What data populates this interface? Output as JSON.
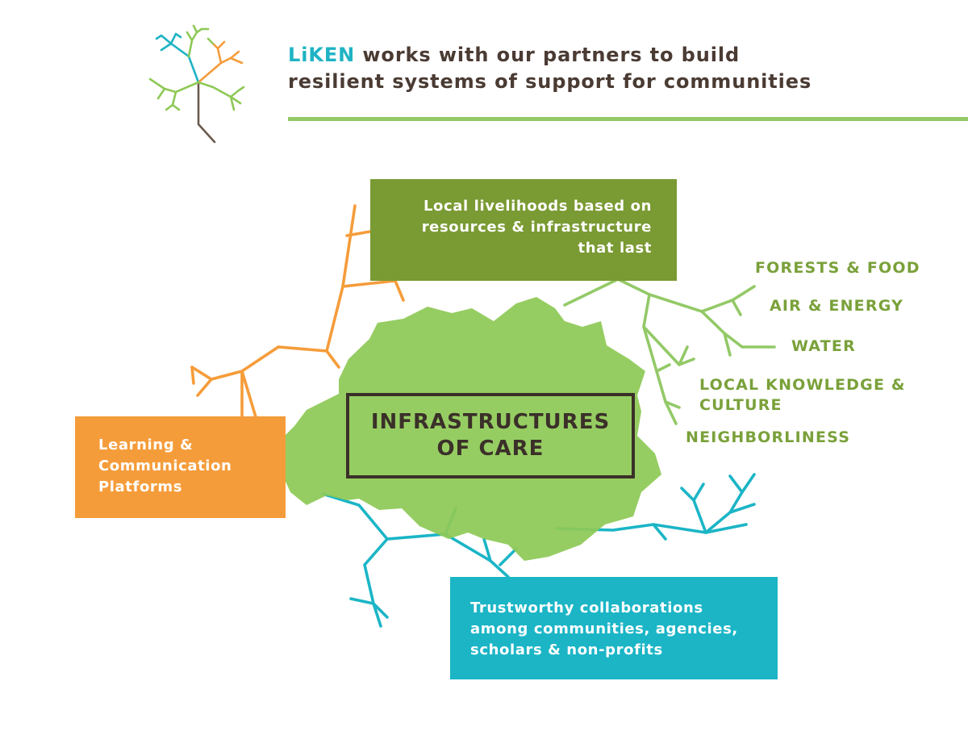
{
  "header": {
    "brand": "LiKEN",
    "line1_rest": " works with our partners to build",
    "line2": "resilient systems of support for communities"
  },
  "center": {
    "line1": "INFRASTRUCTURES",
    "line2": "OF CARE"
  },
  "boxes": {
    "livelihoods": [
      "Local livelihoods based on",
      "resources & infrastructure",
      "that last"
    ],
    "learning": [
      "Learning &",
      "Communication",
      "Platforms"
    ],
    "collaborations": [
      "Trustworthy collaborations",
      "among communities, agencies,",
      "scholars & non-profits"
    ]
  },
  "branch_labels": {
    "forests": "FORESTS & FOOD",
    "air": "AIR & ENERGY",
    "water": "WATER",
    "knowledge_1": "LOCAL KNOWLEDGE &",
    "knowledge_2": "CULTURE",
    "neighborliness": "NEIGHBORLINESS"
  },
  "colors": {
    "brand_teal": "#1fb3c4",
    "text_dark": "#4a3b33",
    "green_dark": "#7a9a33",
    "green_light": "#93c967",
    "orange": "#f59c3a",
    "blue": "#1bb5c6",
    "blob_green": "#8ec956"
  },
  "icons": {
    "logo": "liken-tree-logo",
    "center_shape": "leaf-canopy-shape"
  }
}
